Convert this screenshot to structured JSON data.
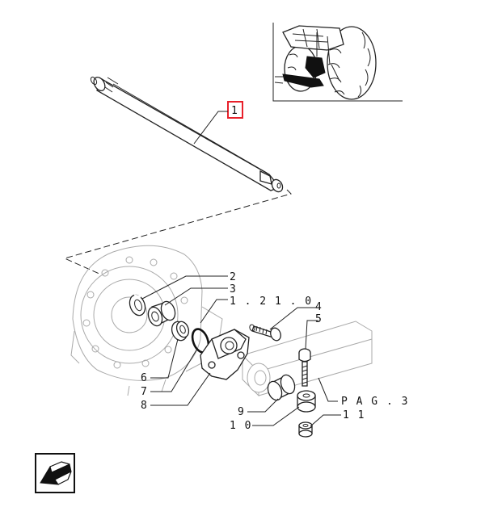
{
  "callouts": {
    "c1": "1",
    "c2": "2",
    "c3": "3",
    "c4": "4",
    "c5": "5",
    "c6": "6",
    "c7": "7",
    "c8": "8",
    "c9": "9",
    "c10": "1 0",
    "c11": "1 1",
    "ref_group": "1 . 2 1 . 0",
    "ref_page": "P A G . 3"
  },
  "colors": {
    "highlight": "#e8202a",
    "line": "#222222",
    "faint": "#aaaaaa"
  },
  "icons": {
    "thumbnail": "tractor-location-thumbnail",
    "nav": "previous-page-arrow-icon"
  }
}
